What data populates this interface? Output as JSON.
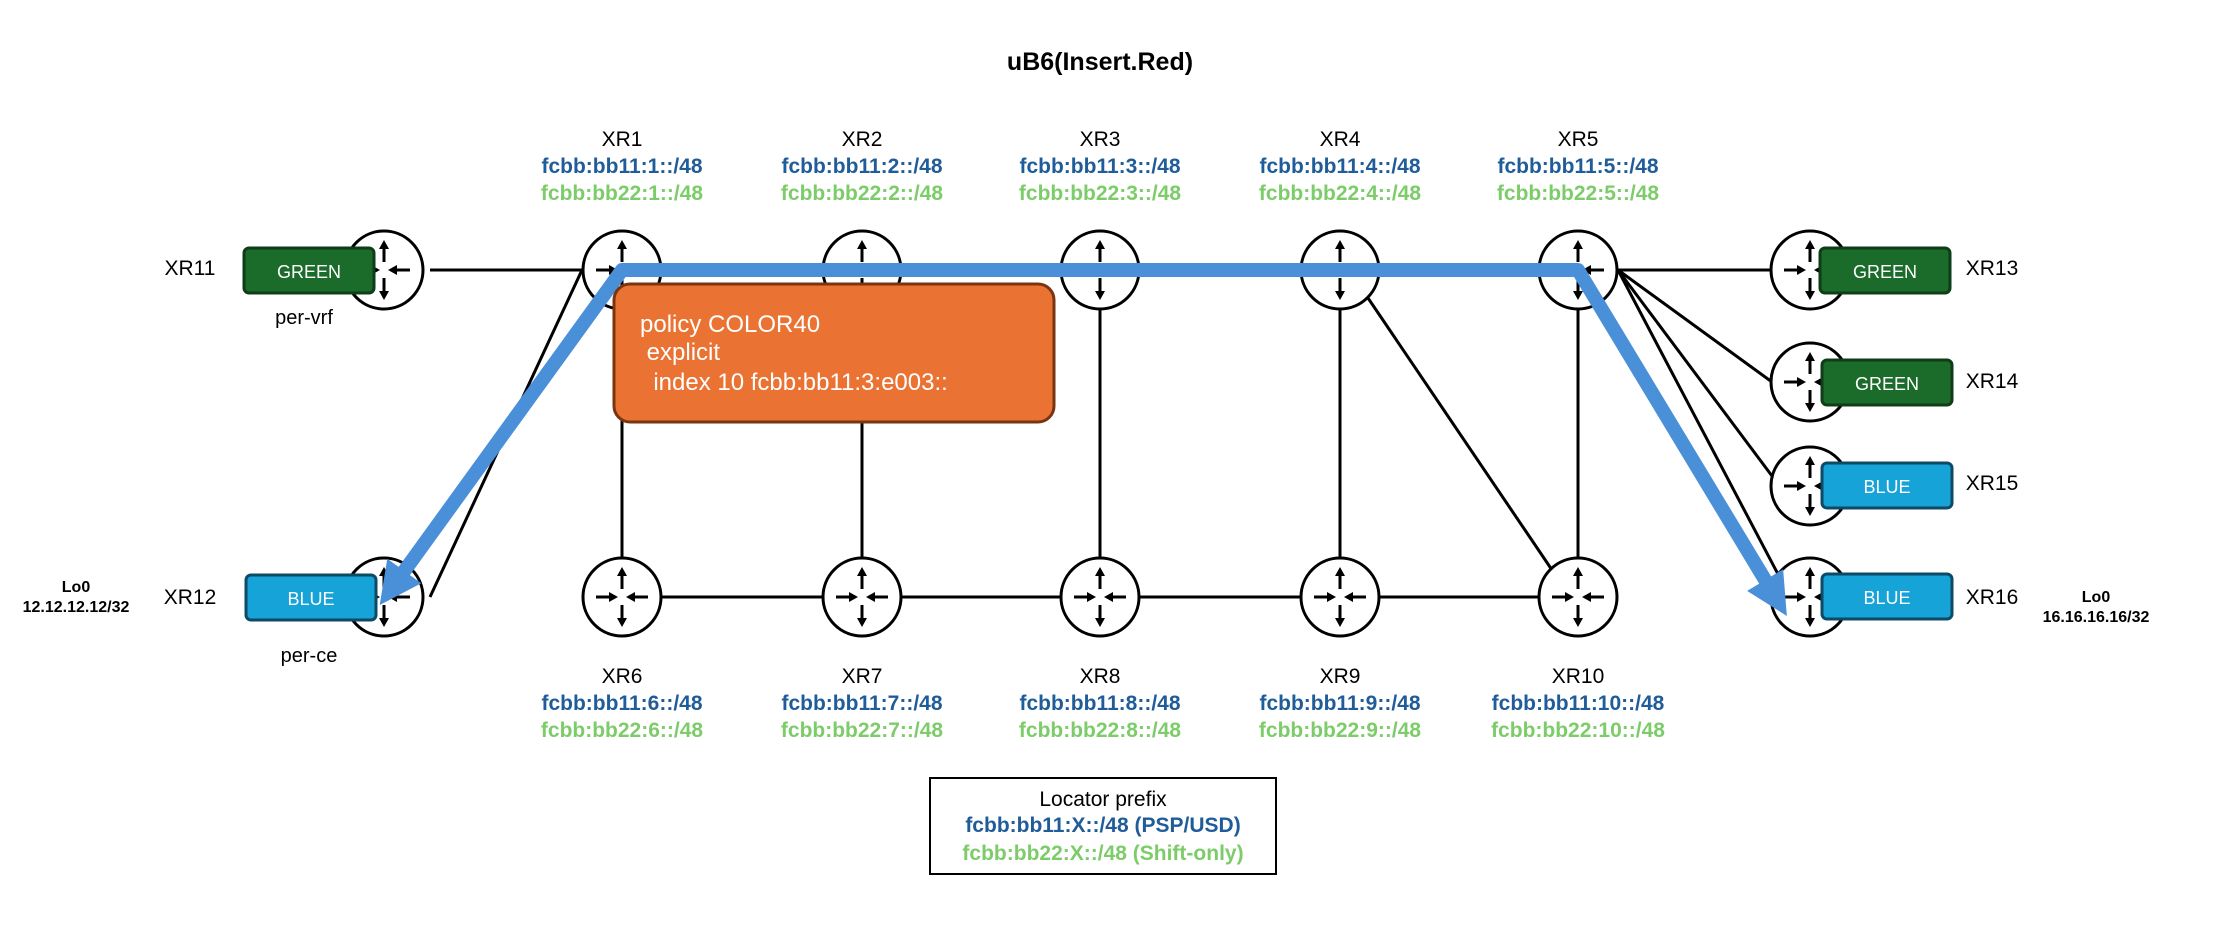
{
  "title": "uB6(Insert.Red)",
  "colors": {
    "bb11": "#1f5c99",
    "bb22": "#7dcc6a",
    "green_vrf": "#1b6b2a",
    "blue_vrf": "#15a3d8",
    "path": "#4a90d9",
    "policy_box": "#ea7233"
  },
  "routers": [
    {
      "id": "xr1",
      "name": "XR1",
      "bb11": "fcbb:bb11:1::/48",
      "bb22": "fcbb:bb22:1::/48"
    },
    {
      "id": "xr2",
      "name": "XR2",
      "bb11": "fcbb:bb11:2::/48",
      "bb22": "fcbb:bb22:2::/48"
    },
    {
      "id": "xr3",
      "name": "XR3",
      "bb11": "fcbb:bb11:3::/48",
      "bb22": "fcbb:bb22:3::/48"
    },
    {
      "id": "xr4",
      "name": "XR4",
      "bb11": "fcbb:bb11:4::/48",
      "bb22": "fcbb:bb22:4::/48"
    },
    {
      "id": "xr5",
      "name": "XR5",
      "bb11": "fcbb:bb11:5::/48",
      "bb22": "fcbb:bb22:5::/48"
    },
    {
      "id": "xr6",
      "name": "XR6",
      "bb11": "fcbb:bb11:6::/48",
      "bb22": "fcbb:bb22:6::/48"
    },
    {
      "id": "xr7",
      "name": "XR7",
      "bb11": "fcbb:bb11:7::/48",
      "bb22": "fcbb:bb22:7::/48"
    },
    {
      "id": "xr8",
      "name": "XR8",
      "bb11": "fcbb:bb11:8::/48",
      "bb22": "fcbb:bb22:8::/48"
    },
    {
      "id": "xr9",
      "name": "XR9",
      "bb11": "fcbb:bb11:9::/48",
      "bb22": "fcbb:bb22:9::/48"
    },
    {
      "id": "xr10",
      "name": "XR10",
      "bb11": "fcbb:bb11:10::/48",
      "bb22": "fcbb:bb22:10::/48"
    }
  ],
  "edge_routers": [
    {
      "id": "xr11",
      "name": "XR11",
      "vrf": "GREEN",
      "note": "per-vrf"
    },
    {
      "id": "xr12",
      "name": "XR12",
      "vrf": "BLUE",
      "note": "per-ce",
      "loopback_label": "Lo0",
      "loopback_addr": "12.12.12.12/32"
    },
    {
      "id": "xr13",
      "name": "XR13",
      "vrf": "GREEN"
    },
    {
      "id": "xr14",
      "name": "XR14",
      "vrf": "GREEN"
    },
    {
      "id": "xr15",
      "name": "XR15",
      "vrf": "BLUE"
    },
    {
      "id": "xr16",
      "name": "XR16",
      "vrf": "BLUE",
      "loopback_label": "Lo0",
      "loopback_addr": "16.16.16.16/32"
    }
  ],
  "policy": {
    "line1": "policy COLOR40",
    "line2": " explicit",
    "line3": "  index 10 fcbb:bb11:3:e003::"
  },
  "legend": {
    "title": "Locator prefix",
    "bb11": "fcbb:bb11:X::/48 (PSP/USD)",
    "bb22": "fcbb:bb22:X::/48 (Shift-only)"
  }
}
